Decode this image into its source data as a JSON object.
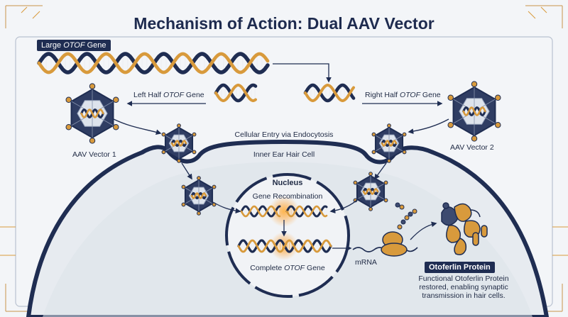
{
  "title": "Mechanism of Action: Dual AAV Vector",
  "labels": {
    "large_gene_prefix": "Large ",
    "large_gene_italic": "OTOF",
    "large_gene_suffix": " Gene",
    "left_half_prefix": "Left Half ",
    "left_half_italic": "OTOF",
    "left_half_suffix": " Gene",
    "right_half_prefix": "Right Half ",
    "right_half_italic": "OTOF",
    "right_half_suffix": " Gene",
    "vector1": "AAV Vector 1",
    "vector2": "AAV Vector 2",
    "entry": "Cellular Entry via Endocytosis",
    "cell": "Inner Ear Hair Cell",
    "nucleus": "Nucleus",
    "recombination": "Gene Recombination",
    "complete_prefix": "Complete ",
    "complete_italic": "OTOF",
    "complete_suffix": " Gene",
    "mrna": "mRNA",
    "protein": "Otoferlin Protein",
    "protein_desc_1": "Functional Otoferlin Protein",
    "protein_desc_2": "restored, enabling synaptic",
    "protein_desc_3": "transmission in hair cells."
  },
  "colors": {
    "navy": "#1f2d52",
    "gold": "#d89a3c",
    "cell_fill": "#e9edf2",
    "nucleus_fill": "#f1f3f6",
    "background": "#f3f5f8"
  },
  "icons": [
    "dna-helix-icon",
    "aav-capsid-icon",
    "ribosome-icon",
    "otoferlin-protein-icon",
    "arrow-icon"
  ]
}
